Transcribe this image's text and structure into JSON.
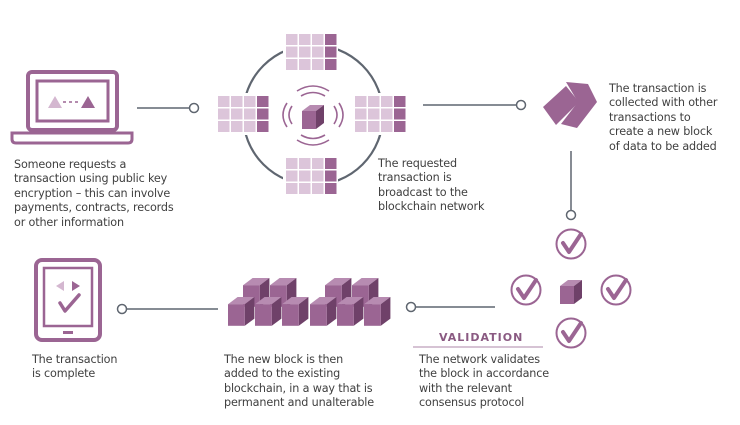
{
  "colors": {
    "primary": "#9b6593",
    "dark": "#7f4f79",
    "light": "#dcc5da",
    "mid": "#c9a9c6",
    "connector": "#5f6670"
  },
  "steps": [
    {
      "id": "request",
      "icon": "laptop-icon",
      "text": "Someone requests a\ntransaction using public key\nencryption – this can involve\npayments, contracts, records\nor other information"
    },
    {
      "id": "broadcast",
      "icon": "network-broadcast-icon",
      "text": "The requested\ntransaction is\nbroadcast to the\nblockchain network"
    },
    {
      "id": "collect",
      "icon": "block-assembly-icon",
      "text": "The transaction is\ncollected with other\ntransactions to\ncreate a new block\nof data to be added"
    },
    {
      "id": "validate",
      "icon": "validation-checks-icon",
      "heading": "VALIDATION",
      "text": "The network validates\nthe block in accordance\nwith the relevant\nconsensus protocol"
    },
    {
      "id": "add",
      "icon": "blockchain-cubes-icon",
      "text": "The new block is then\nadded to the existing\nblockchain, in a way that is\npermanent and unalterable"
    },
    {
      "id": "complete",
      "icon": "tablet-check-icon",
      "text": "The transaction\nis complete"
    }
  ]
}
